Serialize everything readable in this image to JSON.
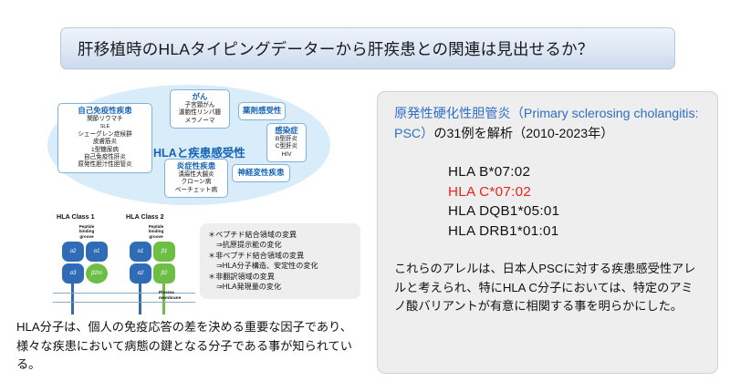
{
  "title": {
    "text": "肝移植時のHLAタイピングデーターから肝疾患との関連は見出せるか？"
  },
  "left": {
    "hla_center_label": "HLAと疾患感受性",
    "disease_boxes": [
      {
        "name": "autoimmune",
        "title": "自己免疫性疾患",
        "items": [
          "関節リウマチ",
          "SLE",
          "シェーグレン症候群",
          "皮膚筋炎",
          "1型糖尿病",
          "自己免疫性肝炎",
          "原発性胆汁性胆管炎"
        ]
      },
      {
        "name": "cancer",
        "title": "がん",
        "items": [
          "子宮頸がん",
          "濾胞性リンパ腫",
          "メラノーマ"
        ]
      },
      {
        "name": "drug-sensitivity",
        "title": "薬剤感受性",
        "items": []
      },
      {
        "name": "infection",
        "title": "感染症",
        "items": [
          "B型肝炎",
          "C型肝炎",
          "HIV"
        ]
      },
      {
        "name": "inflammatory",
        "title": "炎症性疾患",
        "items": [
          "潰瘍性大腸炎",
          "クローン病",
          "ベーチェット病"
        ]
      },
      {
        "name": "neurodegenerative",
        "title": "神経変性疾患",
        "items": []
      }
    ],
    "molecule": {
      "class1_title": "HLA Class 1",
      "class2_title": "HLA Class 2",
      "groove_label": "Peptide\nbinding\ngroove",
      "class1_domains": [
        "α2",
        "α1",
        "α3",
        "β2m"
      ],
      "class2_domains": [
        "α1",
        "β1",
        "α2",
        "β2"
      ],
      "membrane_label": "Plasma\nmembrane"
    },
    "variant_notes": [
      "＊ペプチド結合領域の変異",
      "⇒抗原提示能の変化",
      "＊非ペプチド結合領域の変異",
      "⇒HLA分子構造、安定性の変化",
      "＊非翻訳領域の変異",
      "⇒HLA発現量の変化"
    ],
    "paragraph": "HLA分子は、個人の免疫応答の差を決める重要な因子であり、様々な疾患において病態の鍵となる分子である事が知られている。"
  },
  "right": {
    "heading_blue": "原発性硬化性胆管炎（Primary sclerosing cholangitis: PSC）",
    "heading_rest": "の31例を解析（2010-2023年）",
    "alleles": [
      {
        "label": "HLA B*07:02",
        "highlight": false
      },
      {
        "label": "HLA C*07:02",
        "highlight": true
      },
      {
        "label": "HLA DQB1*05:01",
        "highlight": false
      },
      {
        "label": "HLA DRB1*01:01",
        "highlight": false
      }
    ],
    "paragraph": "これらのアレルは、日本人PSCに対する疾患感受性アレルと考えられ、特にHLA C分子においては、特定のアミノ酸バリアントが有意に相関する事を明らかにした。"
  },
  "colors": {
    "accent_blue": "#1463b5",
    "heading_blue": "#2e6fc4",
    "highlight_red": "#e8221a",
    "ellipse_fill": "#d9ecf9",
    "panel_gray": "#eeeeee",
    "domain_blue": "#2f6cb5",
    "domain_green": "#6cbe45"
  }
}
